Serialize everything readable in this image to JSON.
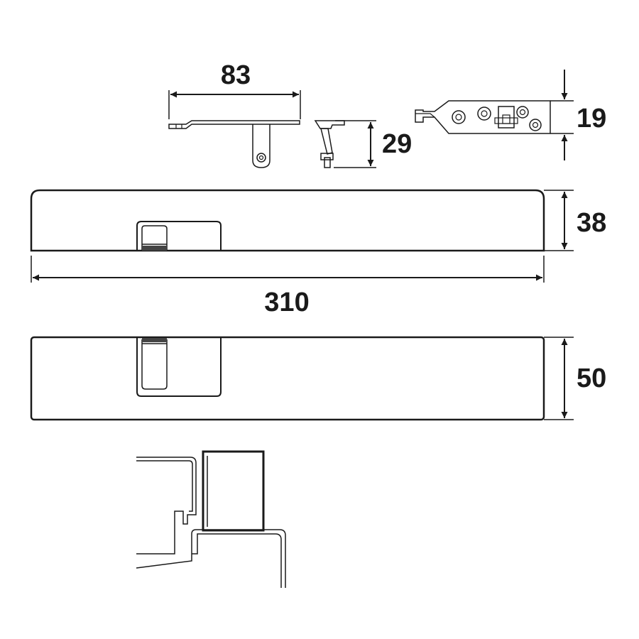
{
  "dimensions": {
    "bracket_width": "83",
    "bracket_height": "29",
    "plate_height": "19",
    "housing_height": "38",
    "housing_length": "310",
    "housing_depth": "50"
  },
  "colors": {
    "line": "#1a1a1a",
    "background": "#ffffff"
  }
}
